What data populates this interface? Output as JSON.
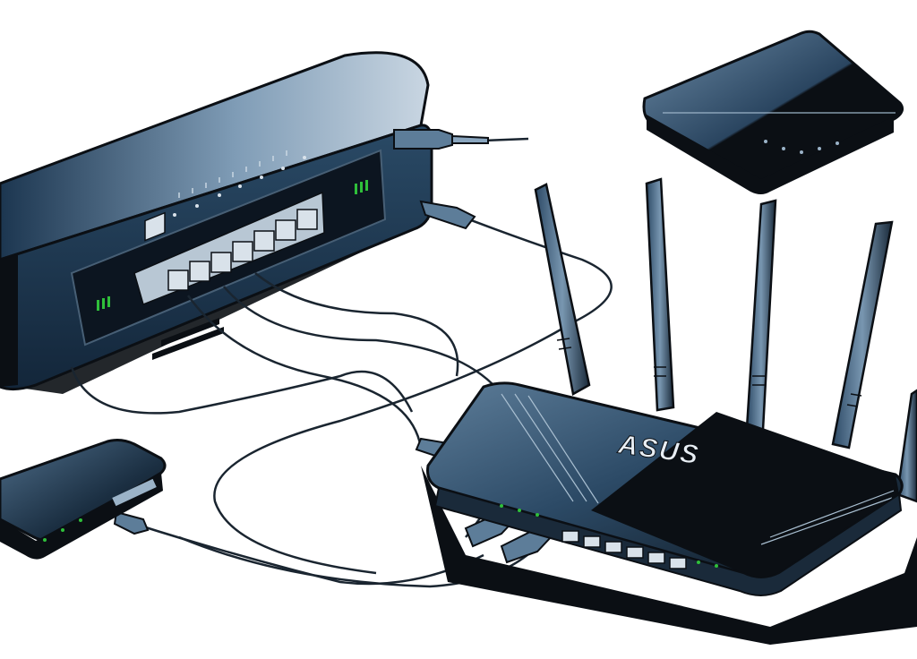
{
  "scene": {
    "brand_logo": "ASUS",
    "colors": {
      "background": "#ffffff",
      "device_dark": "#0b0f14",
      "device_body": "#1f3a52",
      "device_highlight": "#8aa6bf",
      "port_face": "#d9e2ea",
      "led_green": "#2fbf3a",
      "cable": "#1a2530"
    },
    "icons": [
      "network-switch",
      "wifi-router",
      "modem",
      "access-point",
      "ethernet-cable",
      "antenna"
    ]
  }
}
